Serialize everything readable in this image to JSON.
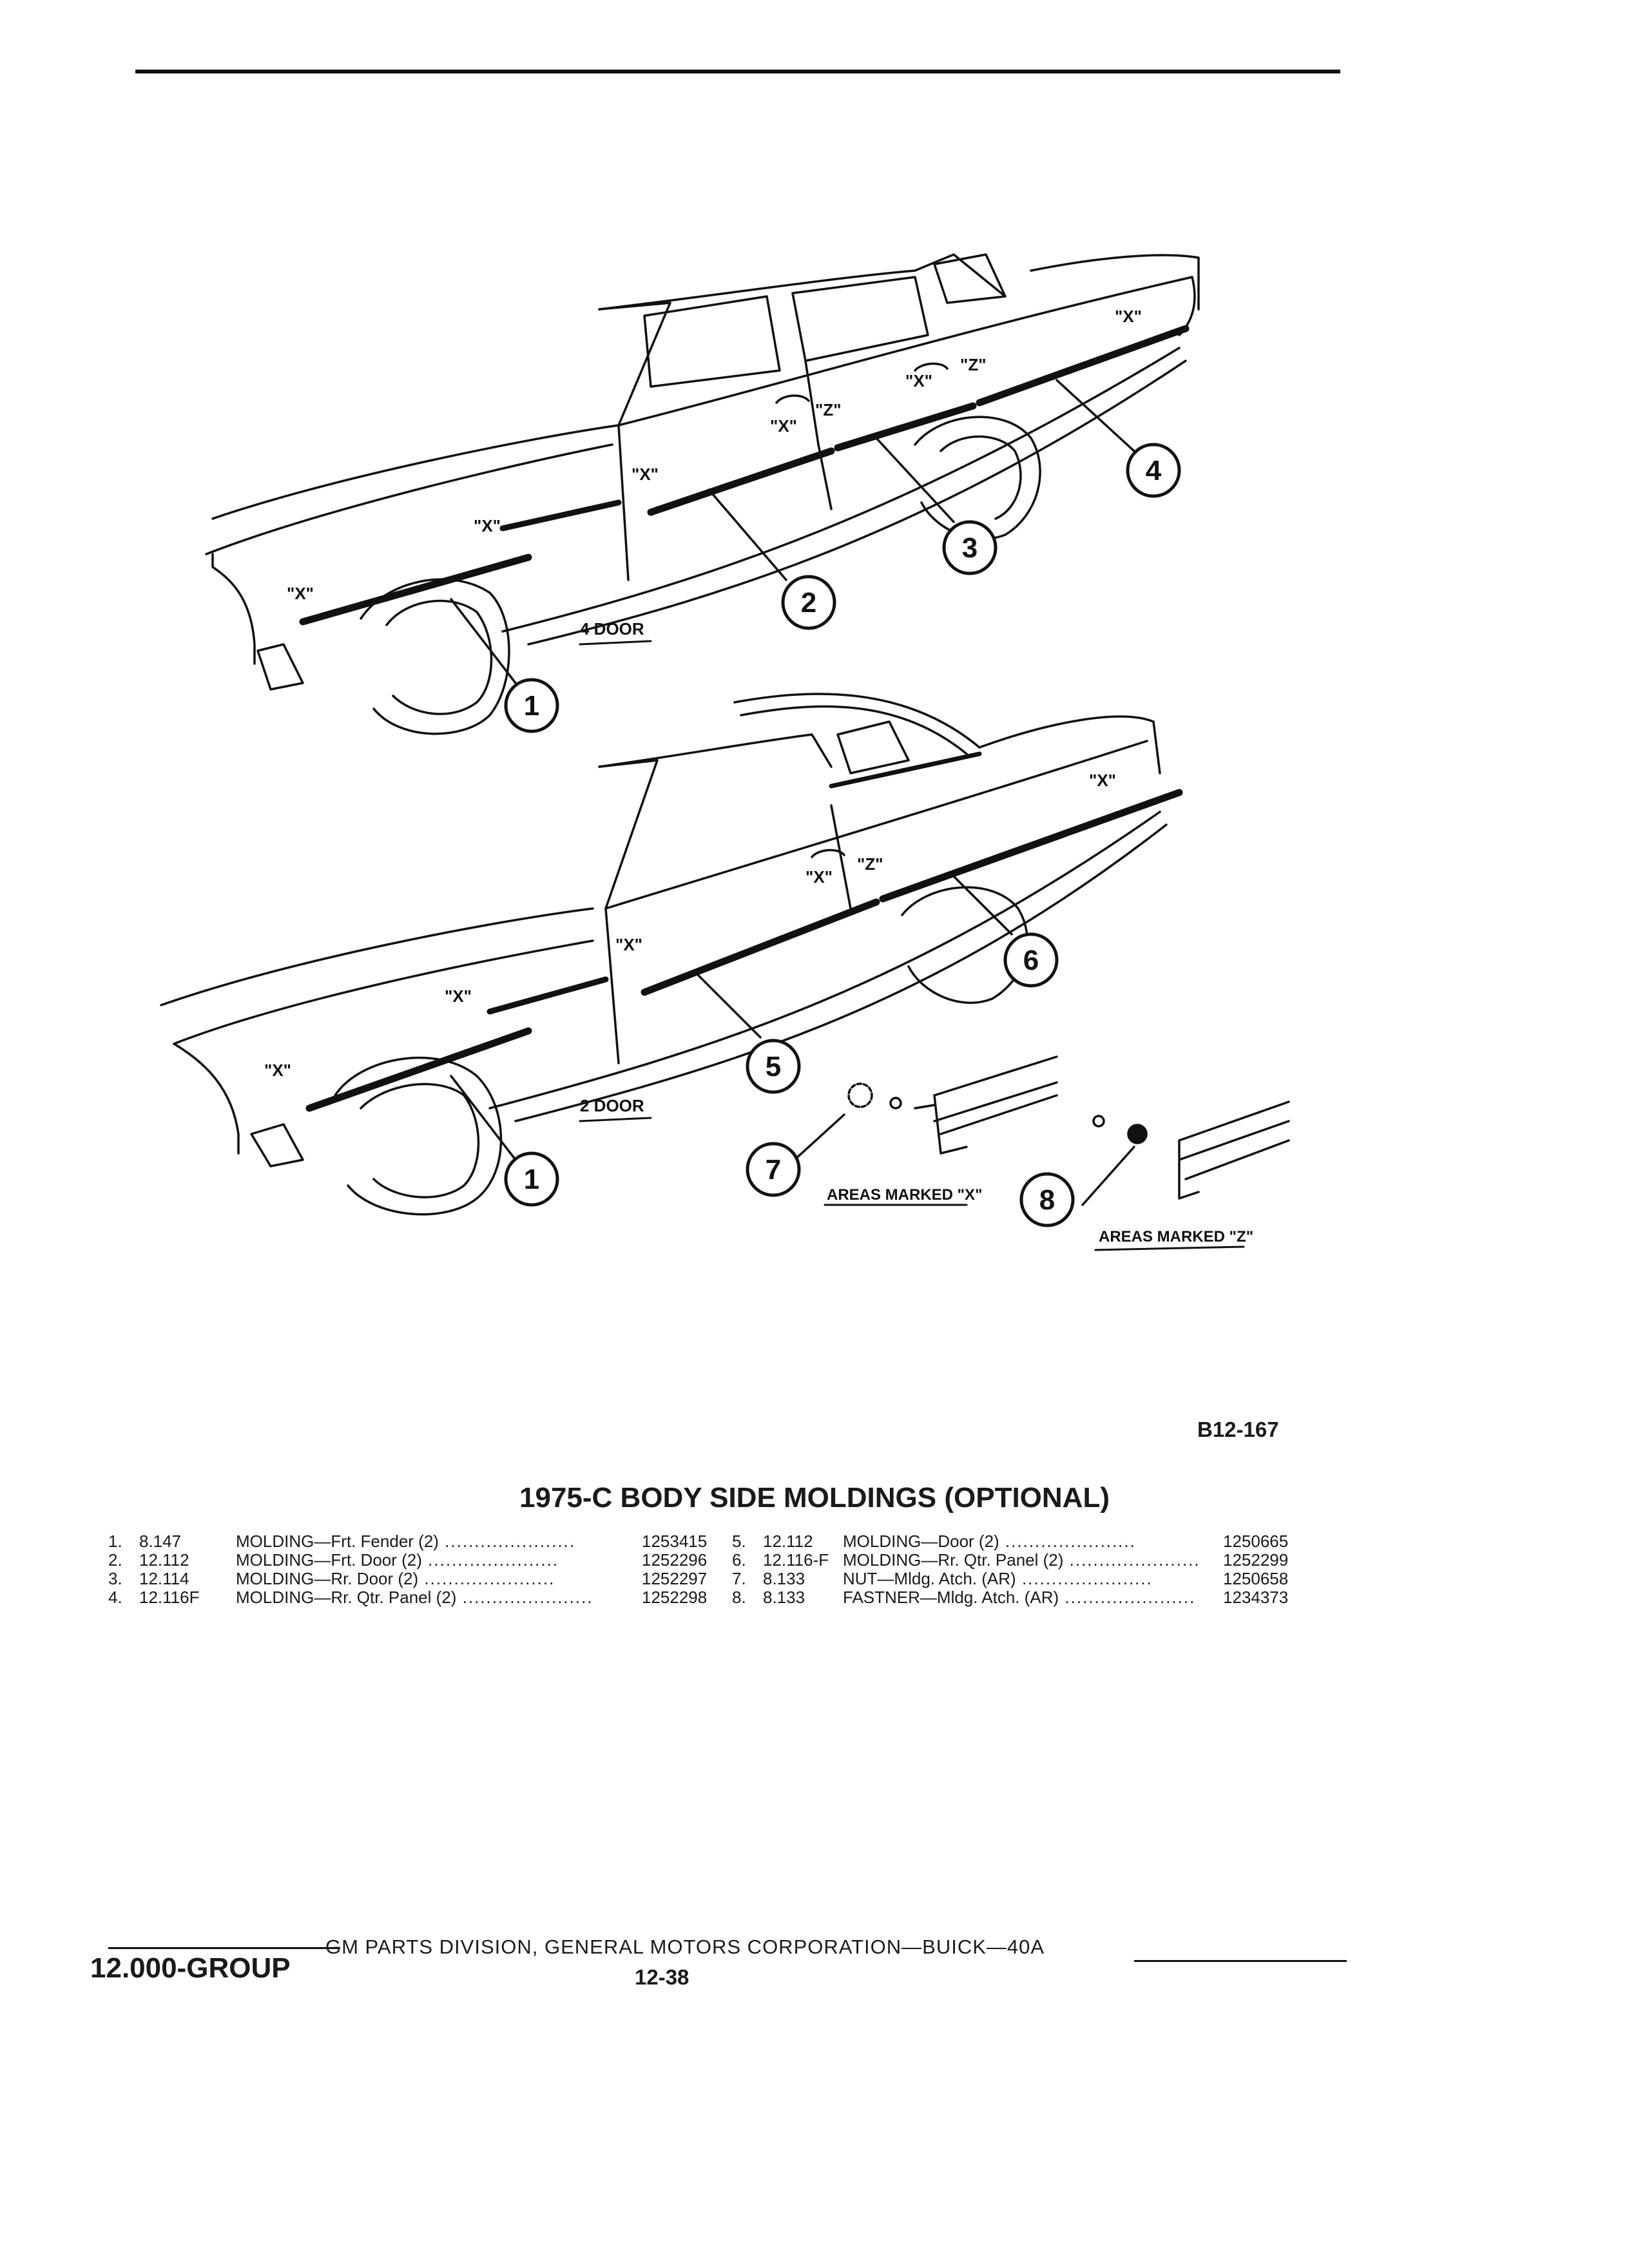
{
  "illustration": {
    "views": [
      {
        "label": "4 DOOR"
      },
      {
        "label": "2 DOOR"
      }
    ],
    "area_markers": {
      "x": "\"X\"",
      "z": "\"Z\""
    },
    "detail_labels": {
      "x": "AREAS MARKED \"X\"",
      "z": "AREAS MARKED \"Z\""
    },
    "callouts": [
      "1",
      "2",
      "3",
      "4",
      "1",
      "5",
      "6",
      "7",
      "8"
    ],
    "figure_id": "B12-167"
  },
  "title": "1975-C BODY SIDE MOLDINGS (OPTIONAL)",
  "parts": [
    {
      "no": "1.",
      "group": "8.147",
      "desc": "MOLDING—Frt. Fender (2)",
      "part": "1253415"
    },
    {
      "no": "2.",
      "group": "12.112",
      "desc": "MOLDING—Frt. Door (2)",
      "part": "1252296"
    },
    {
      "no": "3.",
      "group": "12.114",
      "desc": "MOLDING—Rr. Door (2)",
      "part": "1252297"
    },
    {
      "no": "4.",
      "group": "12.116F",
      "desc": "MOLDING—Rr. Qtr. Panel (2)",
      "part": "1252298"
    },
    {
      "no": "5.",
      "group": "12.112",
      "desc": "MOLDING—Door (2)",
      "part": "1250665"
    },
    {
      "no": "6.",
      "group": "12.116-F",
      "desc": "MOLDING—Rr. Qtr. Panel (2)",
      "part": "1252299"
    },
    {
      "no": "7.",
      "group": "8.133",
      "desc": "NUT—Mldg. Atch. (AR)",
      "part": "1250658"
    },
    {
      "no": "8.",
      "group": "8.133",
      "desc": "FASTNER—Mldg. Atch. (AR)",
      "part": "1234373"
    }
  ],
  "footer": {
    "group": "12.000-GROUP",
    "division": "GM PARTS DIVISION, GENERAL MOTORS CORPORATION—BUICK—40A",
    "page": "12-38"
  }
}
